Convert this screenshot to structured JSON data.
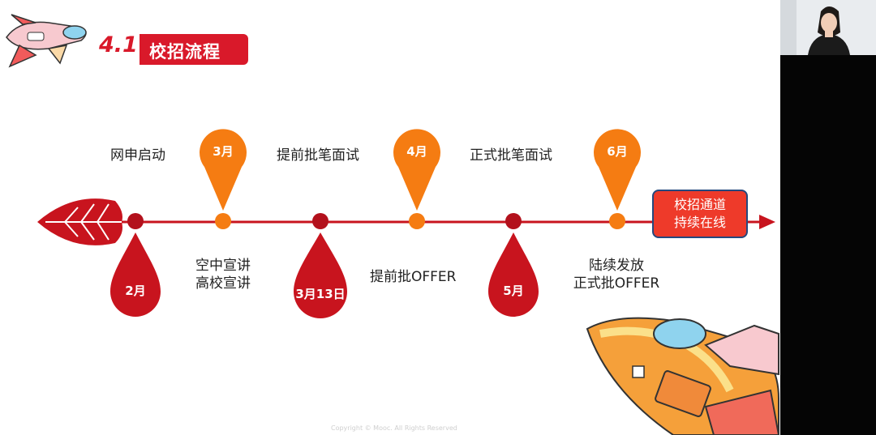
{
  "slide": {
    "section_number": "4.1",
    "section_title": "校招流程",
    "watermark": "Copyright © Mooc. All Rights Reserved",
    "colors": {
      "red": "#c8141e",
      "orange": "#f57c12",
      "accent": "#ee3a2a",
      "box_border": "#24487e"
    },
    "top_labels": [
      "网申启动",
      "提前批笔面试",
      "正式批笔面试"
    ],
    "top_pins": [
      "3月",
      "4月",
      "6月"
    ],
    "bottom_pins": [
      "2月",
      "3月13日",
      "5月"
    ],
    "bottom_labels": {
      "aircast_line1": "空中宣讲",
      "aircast_line2": "高校宣讲",
      "early_offer": "提前批OFFER",
      "formal_line1": "陆续发放",
      "formal_line2": "正式批OFFER"
    },
    "end_box": {
      "line1": "校招通道",
      "line2": "持续在线"
    }
  },
  "video_panel": {
    "icon": "person-avatar-icon"
  }
}
